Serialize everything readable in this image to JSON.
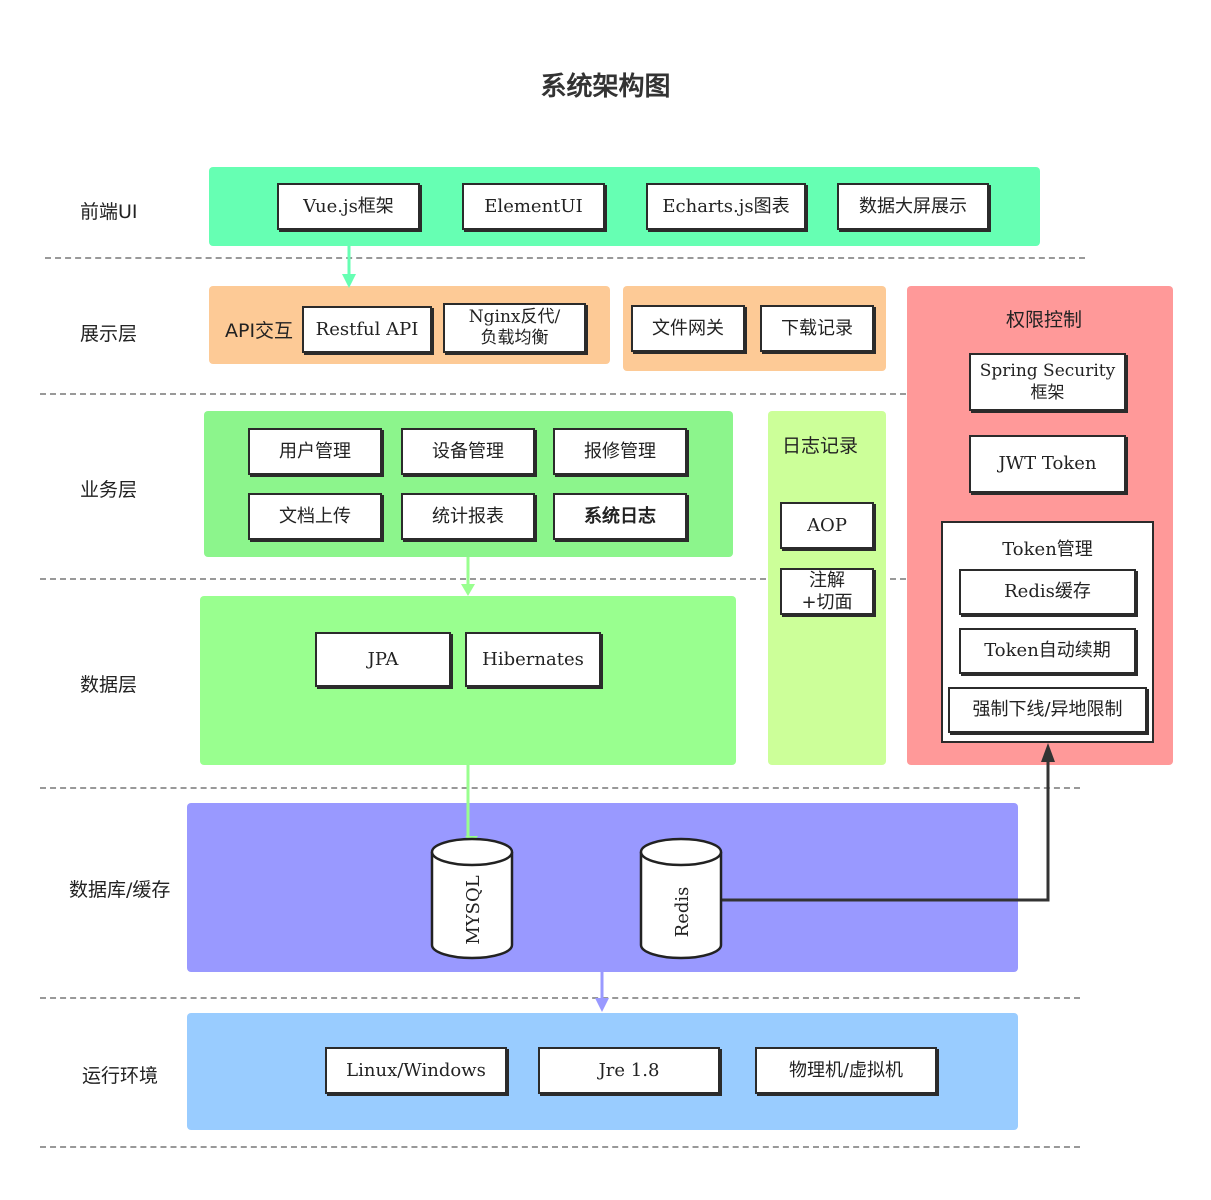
{
  "title": "系统架构图",
  "layers": {
    "frontend": "前端UI",
    "display": "展示层",
    "business": "业务层",
    "data": "数据层",
    "db": "数据库/缓存",
    "runtime": "运行环境"
  },
  "frontend": {
    "items": [
      "Vue.js框架",
      "ElementUI",
      "Echarts.js图表",
      "数据大屏展示"
    ],
    "color": "#66ffb3"
  },
  "display": {
    "api_label": "API交互",
    "restful": "Restful API",
    "nginx": "Nginx反代/\n负载均衡",
    "file_gateway": "文件网关",
    "download_log": "下载记录",
    "color": "#fdca96"
  },
  "business": {
    "items": [
      "用户管理",
      "设备管理",
      "报修管理",
      "文档上传",
      "统计报表",
      "系统日志"
    ],
    "color": "#8cf58c"
  },
  "data_layer": {
    "items": [
      "JPA",
      "Hibernates"
    ],
    "color": "#99ff8f"
  },
  "logging": {
    "title": "日志记录",
    "aop": "AOP",
    "annotation": "注解\n+切面",
    "color": "#ccff99"
  },
  "auth": {
    "title": "权限控制",
    "spring": "Spring Security\n框架",
    "jwt": "JWT Token",
    "token_mgmt": "Token管理",
    "redis_cache": "Redis缓存",
    "renew": "Token自动续期",
    "force_logout": "强制下线/异地限制",
    "color": "#ff9999"
  },
  "db": {
    "mysql": "MYSQL",
    "redis": "Redis",
    "color": "#9999ff"
  },
  "runtime": {
    "items": [
      "Linux/Windows",
      "Jre 1.8",
      "物理机/虚拟机"
    ],
    "color": "#99ccff"
  }
}
